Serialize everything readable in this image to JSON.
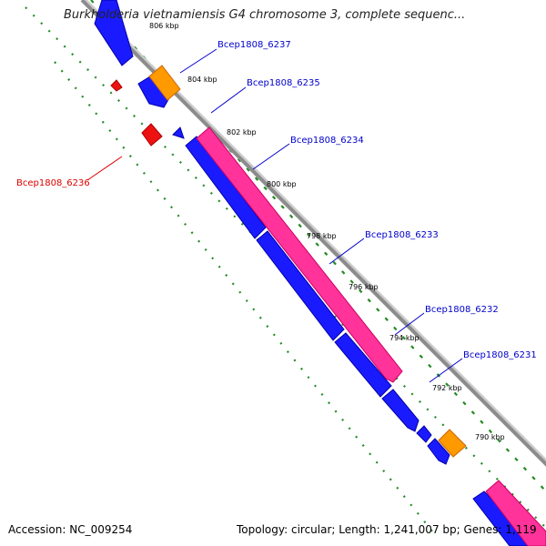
{
  "title": "Burkholderia vietnamiensis G4 chromosome 3, complete sequenc...",
  "footer": {
    "accession": "Accession: NC_009254",
    "summary": "Topology: circular; Length: 1,241,007 bp; Genes: 1,119"
  },
  "colors": {
    "backbone": "#8c8c8c",
    "forward_cds": "#ff3399",
    "reverse_cds": "#1a1aff",
    "other_feature": "#ff9900",
    "red_feature": "#ee1111",
    "tick": "#228b22",
    "label_blue": "#0000cc",
    "label_red": "#dd0000"
  },
  "scale_ticks": [
    "806 kbp",
    "804 kbp",
    "802 kbp",
    "800 kbp",
    "798 kbp",
    "796 kbp",
    "794 kbp",
    "792 kbp",
    "790 kbp"
  ],
  "gene_labels": [
    {
      "id": "Bcep1808_6237",
      "color": "blue"
    },
    {
      "id": "Bcep1808_6235",
      "color": "blue"
    },
    {
      "id": "Bcep1808_6234",
      "color": "blue"
    },
    {
      "id": "Bcep1808_6236",
      "color": "red"
    },
    {
      "id": "Bcep1808_6233",
      "color": "blue"
    },
    {
      "id": "Bcep1808_6232",
      "color": "blue"
    },
    {
      "id": "Bcep1808_6231",
      "color": "blue"
    }
  ]
}
